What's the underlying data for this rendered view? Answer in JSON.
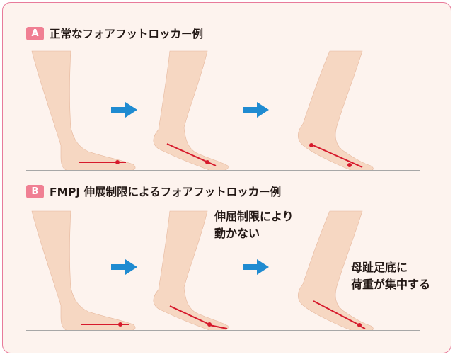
{
  "colors": {
    "frame_border": "#e87a9a",
    "background": "#fdf3ee",
    "skin": "#f6d7c2",
    "skin_edge": "#e6b89e",
    "ground": "#a7a7a7",
    "arrow": "#1f8bd1",
    "red_line": "#d61a2c",
    "badge": "#f07f93"
  },
  "sections": [
    {
      "badge": "A",
      "title": "正常なフォアフットロッカー例",
      "notes": []
    },
    {
      "badge": "B",
      "title": "FMPJ 伸展制限によるフォアフットロッカー例",
      "notes": [
        {
          "lines": [
            "伸屈制限により",
            "動かない"
          ]
        },
        {
          "lines": [
            "母趾足底に",
            "荷重が集中する"
          ]
        }
      ]
    }
  ]
}
